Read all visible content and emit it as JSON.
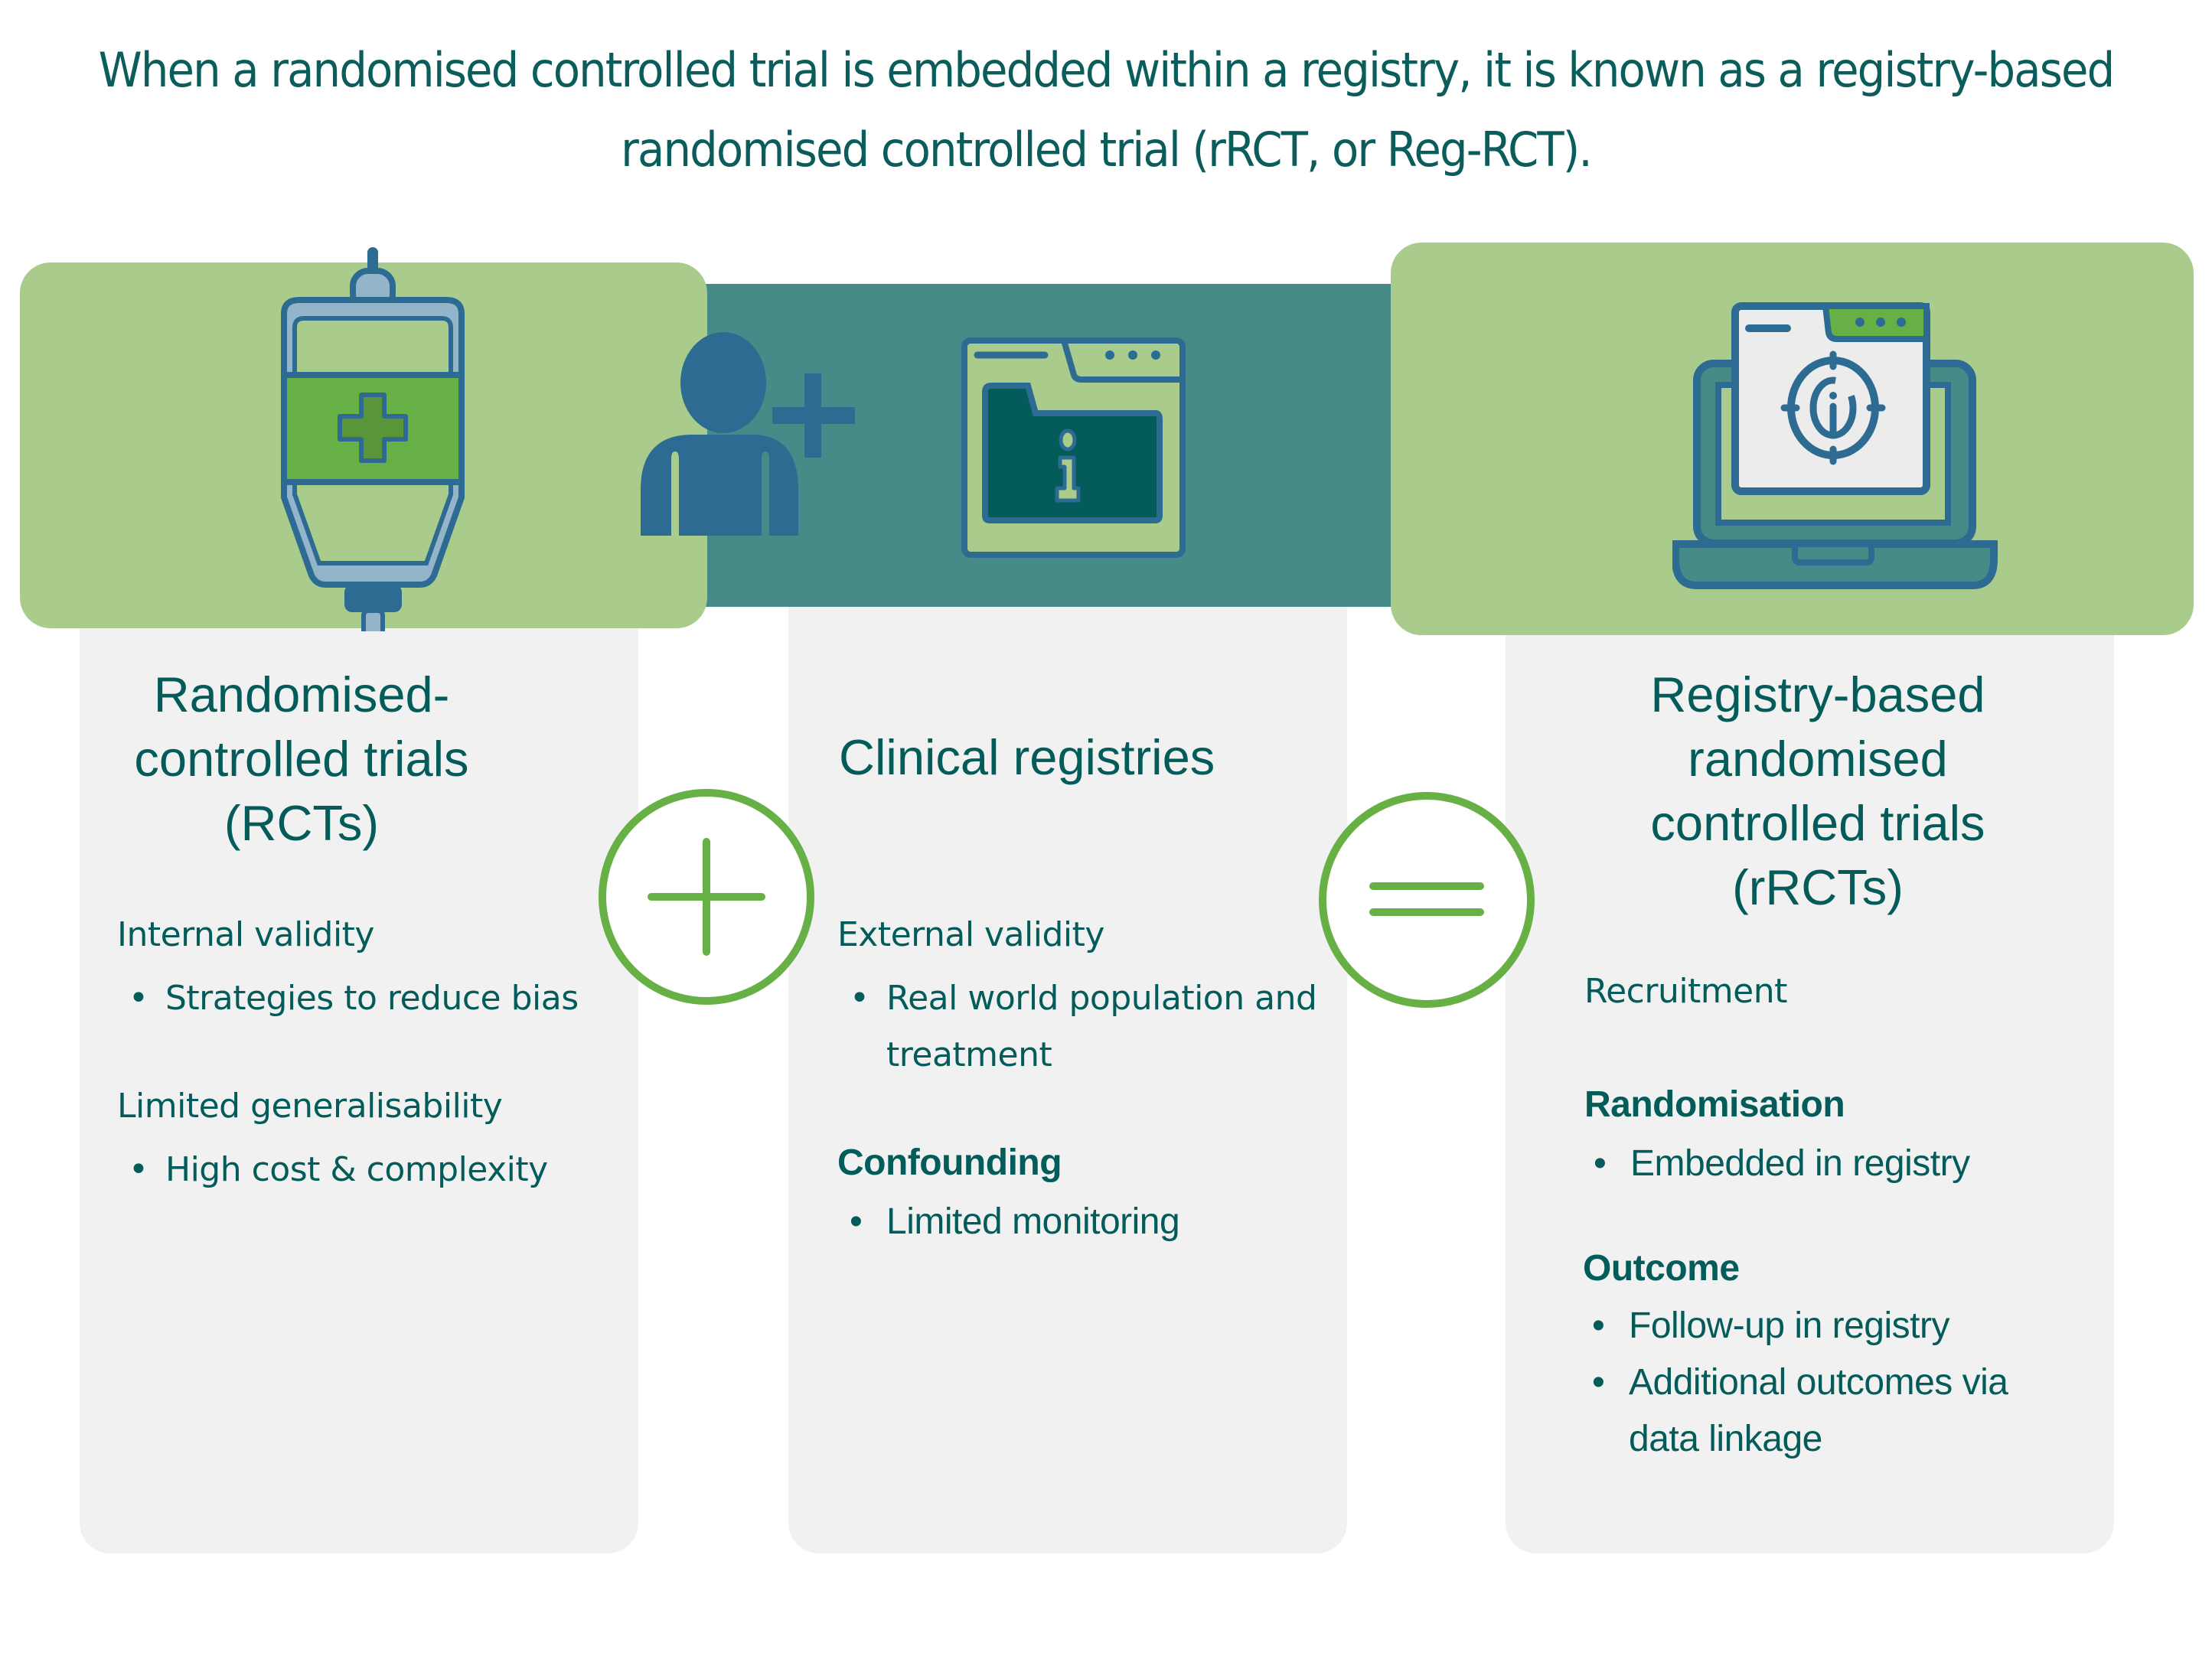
{
  "header": {
    "title_line1": "When a randomised controlled trial is embedded within a registry, it is known as a registry-based",
    "title_line2": "randomised controlled trial (rRCT, or Reg-RCT)."
  },
  "colors": {
    "dark_teal_text": "#035c5a",
    "light_green_band": "#a9cc8c",
    "teal_arrow": "#468b87",
    "bright_green": "#67b045",
    "icon_blue": "#2e6b92",
    "card_bg": "#f1f1f1"
  },
  "icons": {
    "left": "iv-bag-medical-cross-icon",
    "middle_person": "person-add-icon",
    "middle_folder": "info-folder-window-icon",
    "right": "laptop-target-info-icon",
    "operator_1": "plus-circle-icon",
    "operator_2": "equals-circle-icon"
  },
  "cards": [
    {
      "title": [
        "Randomised-",
        "controlled trials",
        "(RCTs)"
      ],
      "sections": [
        {
          "heading": "Internal validity",
          "bold": false,
          "bullets": [
            "Strategies to reduce bias"
          ]
        },
        {
          "heading": "Limited generalisability",
          "bold": false,
          "bullets": [
            "High cost & complexity"
          ]
        }
      ]
    },
    {
      "title": [
        "Clinical registries"
      ],
      "sections": [
        {
          "heading": "External validity",
          "bold": false,
          "bullets": [
            "Real world population and",
            "treatment"
          ]
        },
        {
          "heading": "Confounding",
          "bold": true,
          "bullets": [
            "Limited monitoring"
          ]
        }
      ]
    },
    {
      "title": [
        "Registry-based",
        "randomised",
        "controlled trials",
        "(rRCTs)"
      ],
      "sections": [
        {
          "heading": "Recruitment",
          "bold": false,
          "bullets": []
        },
        {
          "heading": "Randomisation",
          "bold": true,
          "bullets": [
            "Embedded in registry"
          ]
        },
        {
          "heading": "Outcome",
          "bold": true,
          "bullets": [
            "Follow-up in registry",
            "Additional outcomes via",
            "data linkage"
          ]
        }
      ]
    }
  ],
  "bullet_char": "•"
}
